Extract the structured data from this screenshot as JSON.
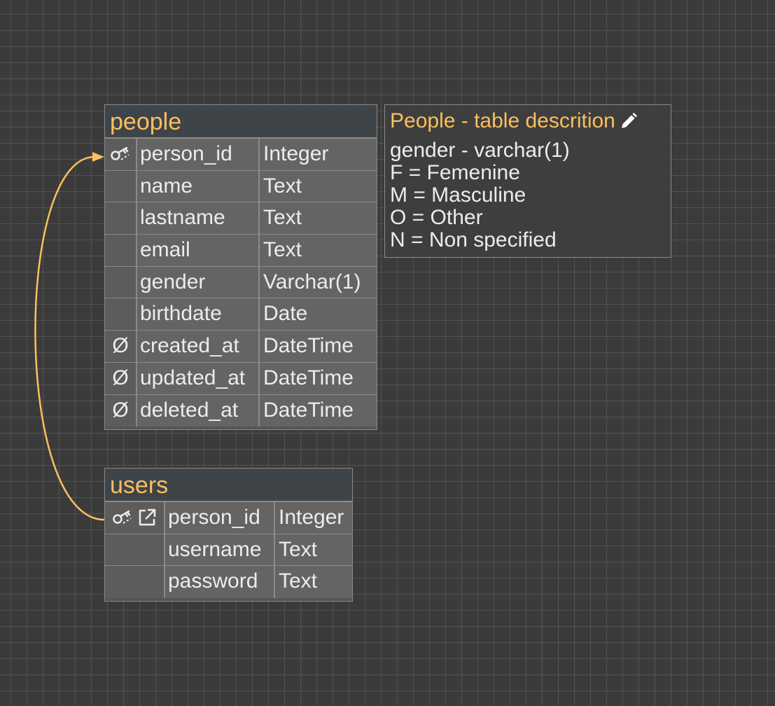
{
  "relationship": {
    "color": "#fbbf5e",
    "from": "users.person_id",
    "to": "people.person_id"
  },
  "tables": {
    "people": {
      "title": "people",
      "columns": [
        {
          "name": "person_id",
          "type": "Integer",
          "icons": [
            "key-icon"
          ]
        },
        {
          "name": "name",
          "type": "Text",
          "icons": []
        },
        {
          "name": "lastname",
          "type": "Text",
          "icons": []
        },
        {
          "name": "email",
          "type": "Text",
          "icons": []
        },
        {
          "name": "gender",
          "type": "Varchar(1)",
          "icons": []
        },
        {
          "name": "birthdate",
          "type": "Date",
          "icons": []
        },
        {
          "name": "created_at",
          "type": "DateTime",
          "icons": [
            "nullable-icon"
          ]
        },
        {
          "name": "updated_at",
          "type": "DateTime",
          "icons": [
            "nullable-icon"
          ]
        },
        {
          "name": "deleted_at",
          "type": "DateTime",
          "icons": [
            "nullable-icon"
          ]
        }
      ]
    },
    "users": {
      "title": "users",
      "columns": [
        {
          "name": "person_id",
          "type": "Integer",
          "icons": [
            "key-icon",
            "foreign-key-link-icon"
          ]
        },
        {
          "name": "username",
          "type": "Text",
          "icons": []
        },
        {
          "name": "password",
          "type": "Text",
          "icons": []
        }
      ]
    }
  },
  "note": {
    "title": "People - table descrition",
    "edit_icon": "pencil-icon",
    "lines": [
      "gender - varchar(1)",
      "F = Femenine",
      "M = Masculine",
      "O = Other",
      "N = Non specified"
    ]
  },
  "icons": {
    "null_symbol": "Ø"
  },
  "colors": {
    "accent": "#fbbf5e",
    "background": "#3b3b3b",
    "table_body": "#646464",
    "table_header": "#3f4448",
    "border": "#8a8a8a",
    "text": "#ececec"
  }
}
